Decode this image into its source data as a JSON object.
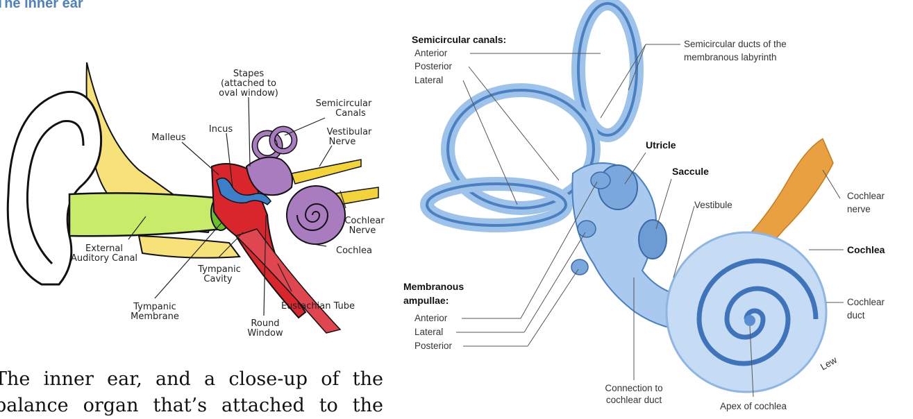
{
  "page": {
    "title": "The inner ear",
    "caption_line1": "The inner ear, and a close-up of the",
    "caption_line2": "balance organ that’s attached to the"
  },
  "left_diagram": {
    "labels": {
      "stapes_1": "Stapes",
      "stapes_2": "(attached to",
      "stapes_3": "oval window)",
      "malleus": "Malleus",
      "incus": "Incus",
      "semicircular_1": "Semicircular",
      "semicircular_2": "Canals",
      "vestibular_1": "Vestibular",
      "vestibular_2": "Nerve",
      "cochlear_nerve_1": "Cochlear",
      "cochlear_nerve_2": "Nerve",
      "cochlea": "Cochlea",
      "external_1": "External",
      "external_2": "Auditory Canal",
      "tympanic_cavity_1": "Tympanic",
      "tympanic_cavity_2": "Cavity",
      "eustachian": "Eustachian Tube",
      "tympanic_membrane_1": "Tympanic",
      "tympanic_membrane_2": "Membrane",
      "round_window_1": "Round",
      "round_window_2": "Window"
    }
  },
  "right_diagram": {
    "labels": {
      "semicircular_canals": "Semicircular canals:",
      "anterior": "Anterior",
      "posterior": "Posterior",
      "lateral": "Lateral",
      "semicircular_ducts_1": "Semicircular ducts of the",
      "semicircular_ducts_2": "membranous labyrinth",
      "utricle": "Utricle",
      "saccule": "Saccule",
      "vestibule": "Vestibule",
      "cochlear_nerve_1": "Cochlear",
      "cochlear_nerve_2": "nerve",
      "cochlea": "Cochlea",
      "cochlear_duct_1": "Cochlear",
      "cochlear_duct_2": "duct",
      "membranous_1": "Membranous",
      "membranous_2": "ampullae:",
      "amp_anterior": "Anterior",
      "amp_lateral": "Lateral",
      "amp_posterior": "Posterior",
      "connection_1": "Connection to",
      "connection_2": "cochlear duct",
      "apex": "Apex of cochlea",
      "signature": "Lew"
    }
  }
}
